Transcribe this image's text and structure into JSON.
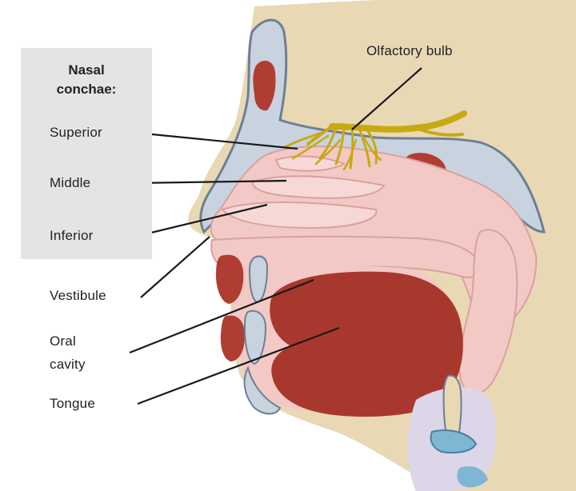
{
  "labels": {
    "conchae_title_line1": "Nasal",
    "conchae_title_line2": "conchae:",
    "superior": "Superior",
    "middle": "Middle",
    "inferior": "Inferior",
    "vestibule": "Vestibule",
    "oral_line1": "Oral",
    "oral_line2": "cavity",
    "tongue": "Tongue",
    "olfactory_bulb": "Olfactory bulb"
  },
  "colors": {
    "skin": "#e9d8b4",
    "bone": "#c8d3df",
    "bone_outline": "#6e7f93",
    "mucosa": "#f3c9c6",
    "mucosa_line": "#d9a19d",
    "sinus": "#b03d32",
    "tongue": "#a8382d",
    "nerve": "#c8a912",
    "leader": "#1a1a1a",
    "legend_bg": "#e4e4e4"
  }
}
